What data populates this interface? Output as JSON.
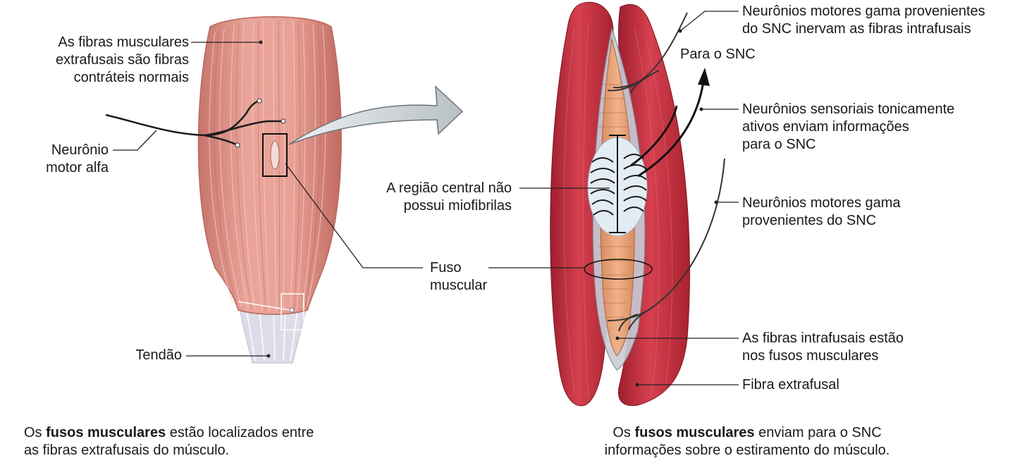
{
  "left_panel": {
    "labels": {
      "extrafusal": "As fibras musculares\nextrafusais são fibras\ncontráteis normais",
      "alpha_motor": "Neurônio\nmotor alfa",
      "spindle": "Fuso\nmuscular",
      "tendon": "Tendão"
    },
    "caption": {
      "prefix": "Os ",
      "bold": "fusos musculares",
      "line1_rest": " estão localizados entre",
      "line2": "as fibras extrafusais do músculo."
    }
  },
  "right_panel": {
    "labels": {
      "gamma_top": "Neurônios motores gama provenientes\ndo SNC inervam as fibras intrafusais",
      "to_cns": "Para o SNC",
      "sensory": "Neurônios sensoriais tonicamente\nativos enviam informações\npara o SNC",
      "central_region": "A região central não\npossui miofibrilas",
      "gamma_bottom": "Neurônios motores gama\nprovenientes do SNC",
      "intrafusal": "As fibras intrafusais estão\nnos fusos musculares",
      "extrafusal_fiber": "Fibra extrafusal"
    },
    "caption": {
      "prefix": "Os ",
      "bold": "fusos musculares",
      "line1_rest": " enviam para o SNC",
      "line2": "informações sobre o estiramento do músculo."
    }
  },
  "colors": {
    "muscle": "#e3958a",
    "muscle_dark": "#c9746b",
    "extrafusal_fiber": "#c8303f",
    "intrafusal": "#e8a070",
    "tendon": "#dfe0ea",
    "arrow": "#c9d0d4",
    "leader": "#222222"
  }
}
